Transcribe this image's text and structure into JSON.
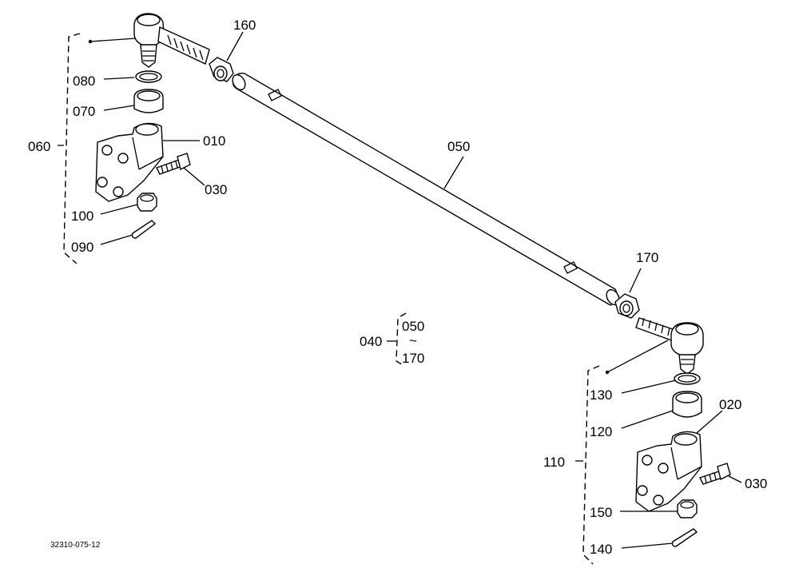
{
  "diagram": {
    "drawing_number": "32310-075-12",
    "labels": {
      "p160": "160",
      "p080": "080",
      "p070": "070",
      "p060": "060",
      "p010": "010",
      "p030_left": "030",
      "p100": "100",
      "p090": "090",
      "p050": "050",
      "p170": "170",
      "p040": "040",
      "range_from": "050",
      "range_tilde": "~",
      "range_to": "170",
      "p130": "130",
      "p020": "020",
      "p120": "120",
      "p110": "110",
      "p030_right": "030",
      "p150": "150",
      "p140": "140"
    }
  }
}
